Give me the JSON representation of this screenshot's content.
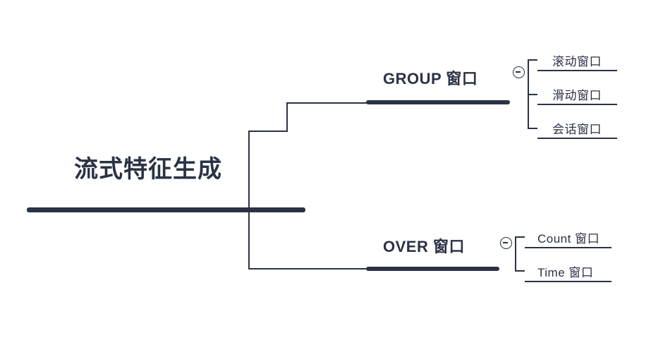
{
  "diagram": {
    "type": "mindmap",
    "accent_color": "#2b3245",
    "background": "#ffffff",
    "root": {
      "label": "流式特征生成"
    },
    "branches": [
      {
        "label": "GROUP 窗口",
        "collapse_icon": "minus-circle-icon",
        "leaves": [
          {
            "label": "滚动窗口"
          },
          {
            "label": "滑动窗口"
          },
          {
            "label": "会话窗口"
          }
        ]
      },
      {
        "label": "OVER 窗口",
        "collapse_icon": "minus-circle-icon",
        "leaves": [
          {
            "label": "Count 窗口"
          },
          {
            "label": "Time 窗口"
          }
        ]
      }
    ]
  }
}
